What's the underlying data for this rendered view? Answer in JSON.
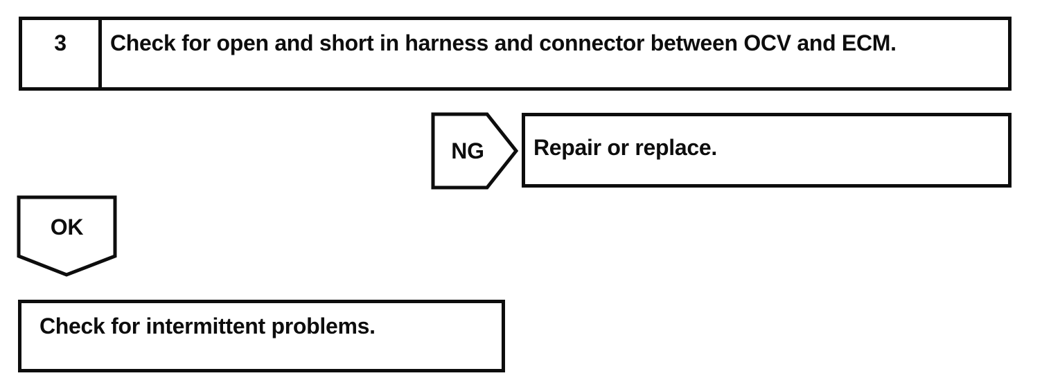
{
  "colors": {
    "ink": "#0d0d0d",
    "paper": "#ffffff"
  },
  "flowchart": {
    "step_box": {
      "number": "3",
      "instruction": "Check for open and short in harness and connector between OCV and ECM."
    },
    "ng_branch": {
      "label": "NG",
      "action": "Repair or replace."
    },
    "ok_branch": {
      "label": "OK",
      "action": "Check for intermittent problems."
    }
  }
}
